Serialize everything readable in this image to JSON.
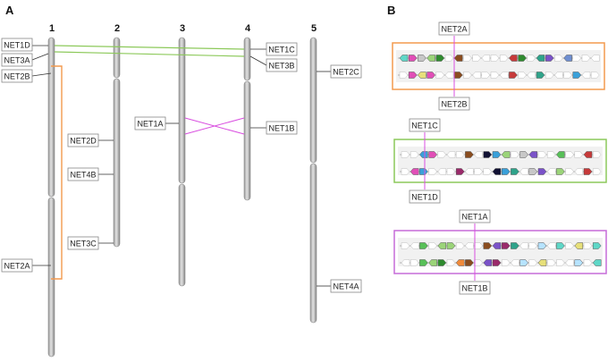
{
  "panels": {
    "a": "A",
    "b": "B"
  },
  "chromosomes": [
    {
      "label": "1"
    },
    {
      "label": "2"
    },
    {
      "label": "3"
    },
    {
      "label": "4"
    },
    {
      "label": "5"
    }
  ],
  "gene_labels": {
    "net1d": "NET1D",
    "net3a": "NET3A",
    "net2b": "NET2B",
    "net2a": "NET2A",
    "net2d": "NET2D",
    "net4b": "NET4B",
    "net3c": "NET3C",
    "net1a": "NET1A",
    "net1c": "NET1C",
    "net3b": "NET3B",
    "net1b": "NET1B",
    "net2c": "NET2C",
    "net4a": "NET4A"
  },
  "synteny_panels": [
    {
      "top": "NET2A",
      "bottom": "NET2B",
      "border": "#f39a4e"
    },
    {
      "top": "NET1C",
      "bottom": "NET1D",
      "border": "#8cc95a"
    },
    {
      "top": "NET1A",
      "bottom": "NET1B",
      "border": "#c66bd8"
    }
  ],
  "colors": {
    "orange": "#f39a4e",
    "green": "#8cc95a",
    "magenta": "#d94fe0"
  }
}
